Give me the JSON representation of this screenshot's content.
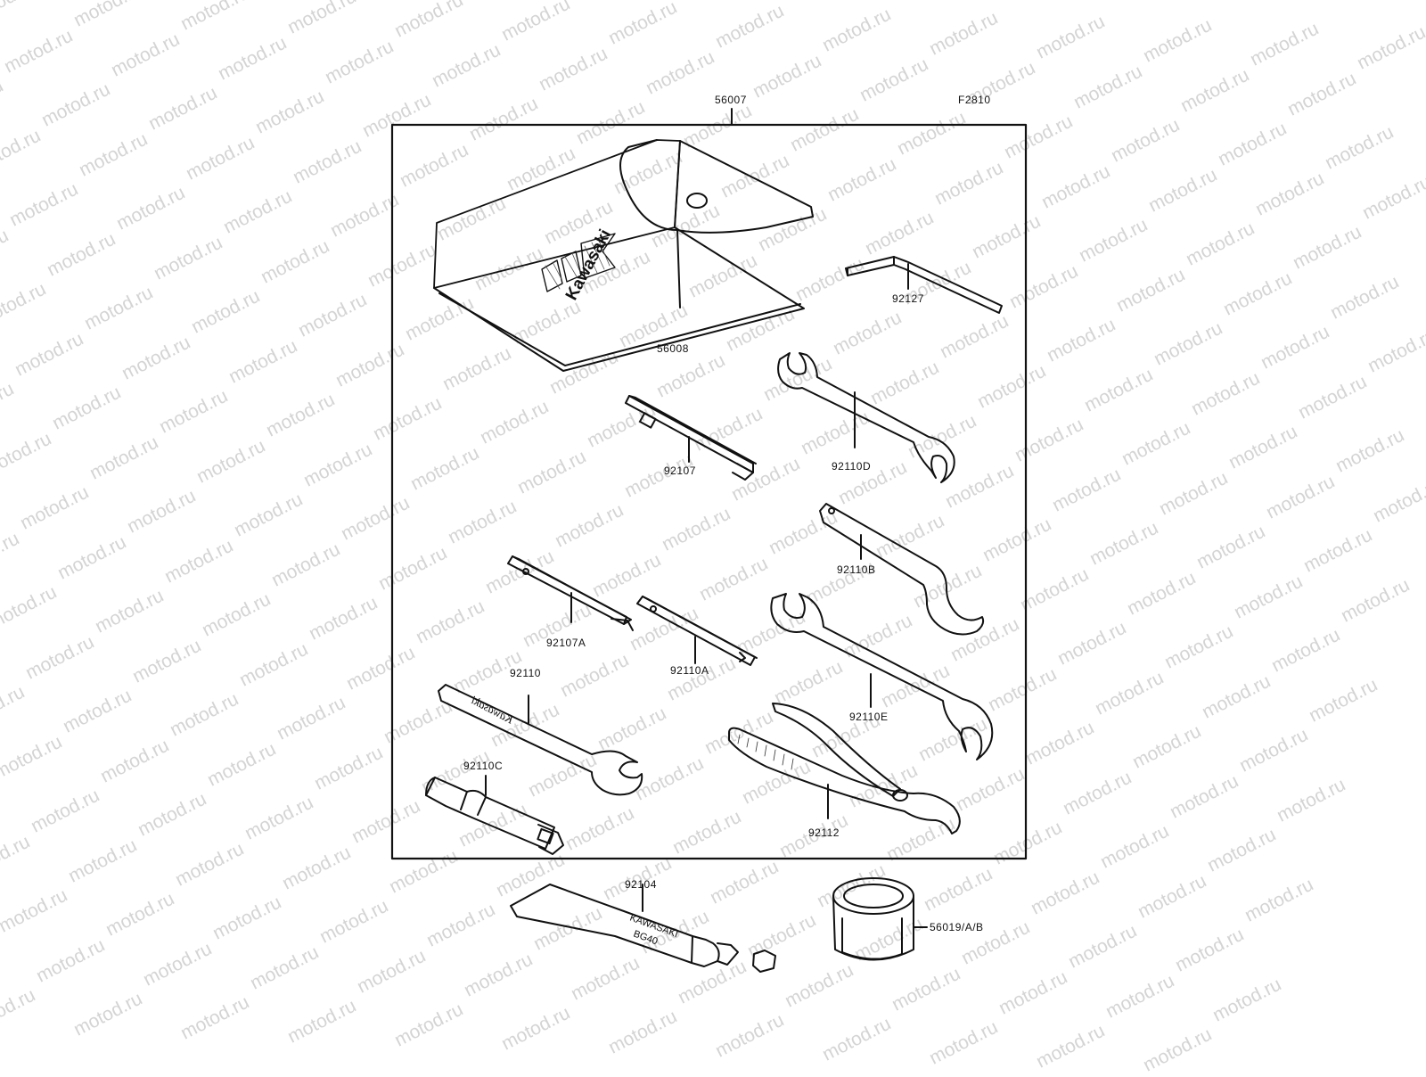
{
  "diagram": {
    "figure_code": "F2810",
    "watermark": "motod.ru",
    "parts": {
      "tool_kit": "56007",
      "case": "56008",
      "hex_key": "92127",
      "screwdriver_grip": "92107",
      "wrench_d": "92110D",
      "hook_wrench": "92110B",
      "screwdriver_bit": "92107A",
      "flat_wrench": "92110A",
      "wrench_e": "92110E",
      "wrench_main": "92110",
      "plug_wrench": "92110C",
      "pliers": "92112",
      "grease_tube": "92104",
      "can": "56019/A/B"
    },
    "branding": {
      "case_logo": "Kawasaki",
      "wrench_engraving": "Kawasaki",
      "tube_print_line1": "KAWASAKI",
      "tube_print_line2": "BG40"
    },
    "colors": {
      "line": "#111111",
      "watermark": "#d4d4d4",
      "background": "#ffffff"
    }
  }
}
